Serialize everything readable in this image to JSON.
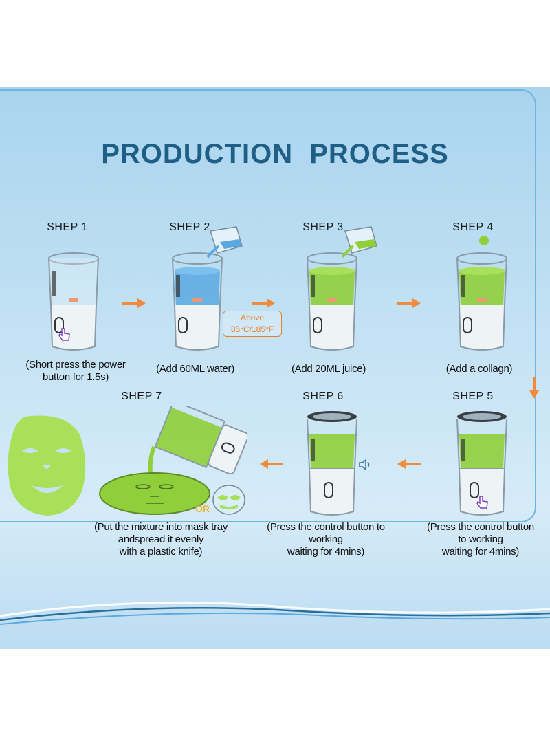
{
  "title": "PRODUCTION  PROCESS",
  "steps": [
    {
      "label": "SHEP 1",
      "caption": "(Short press the power button for 1.5s)"
    },
    {
      "label": "SHEP 2",
      "caption": "(Add 60ML water)"
    },
    {
      "label": "SHEP 3",
      "caption": "(Add 20ML juice)"
    },
    {
      "label": "SHEP 4",
      "caption": "(Add a collagn)"
    },
    {
      "label": "SHEP 5",
      "caption": "(Press the control button to working waiting for 4mins)"
    },
    {
      "label": "SHEP 6",
      "caption": "(Press the control button to working waiting for 4mins)"
    },
    {
      "label": "SHEP 7",
      "caption": "(Put the mixture into mask tray andspread it evenly with a plastic knife)"
    }
  ],
  "caption_lines": {
    "s1": [
      "(Short press the power",
      "button for 1.5s)"
    ],
    "s5": [
      "(Press the control button",
      "to working",
      "waiting for 4mins)"
    ],
    "s6": [
      "(Press the control button to",
      "working",
      "waiting for 4mins)"
    ],
    "s7": [
      "(Put the mixture into mask tray",
      "andspread it evenly",
      "with a plastic knife)"
    ]
  },
  "temperature_badge": {
    "line1": "Above",
    "line2": "85°C/185°F"
  },
  "or_label": "OR",
  "colors": {
    "title": "#1f5f86",
    "arrow": "#f08a3c",
    "water": "#5aa8e0",
    "juice": "#8fcf3a",
    "mask": "#a8e05a"
  },
  "icons": [
    "hand-pointer-icon",
    "speaker-icon",
    "measuring-cup-icon",
    "face-mask-icon",
    "eye-patch-icon"
  ]
}
